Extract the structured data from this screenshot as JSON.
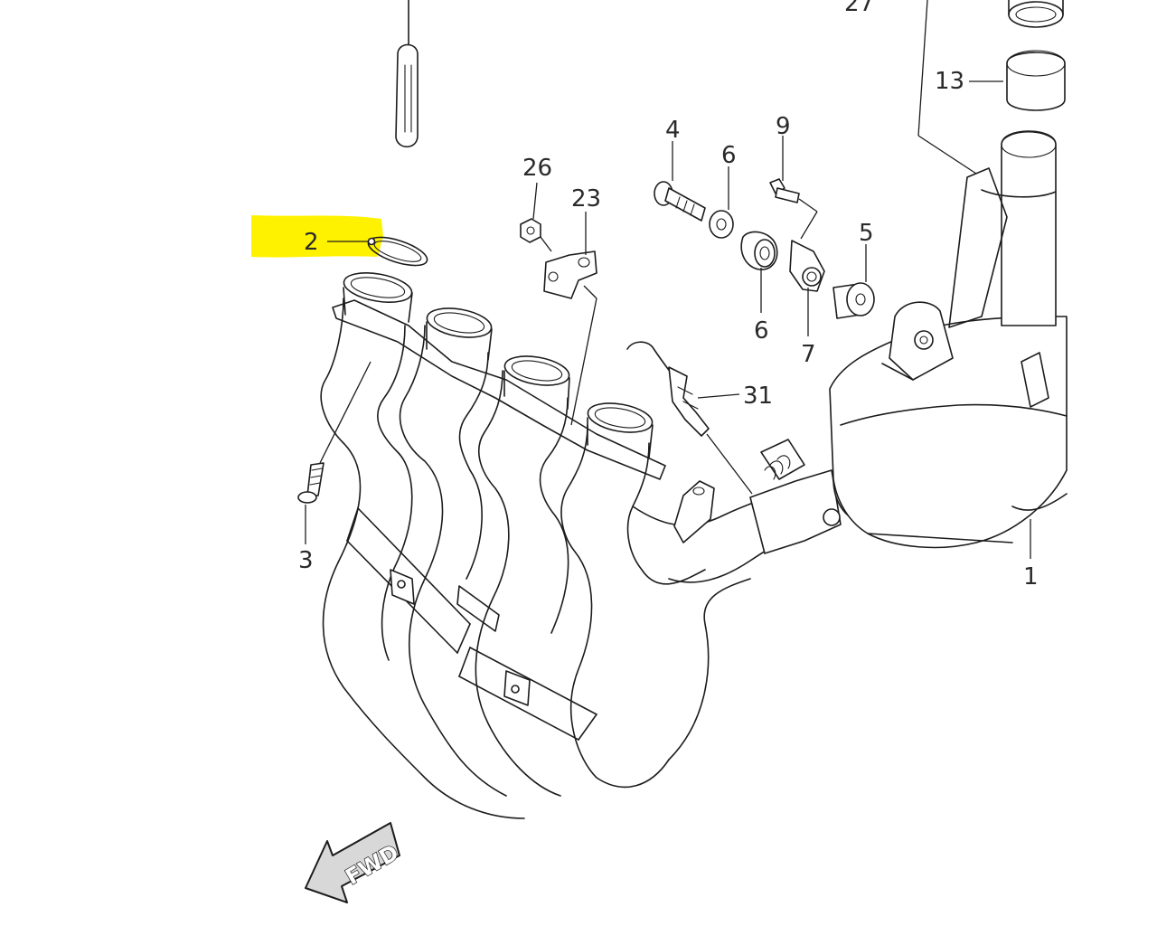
{
  "diagram": {
    "highlight_color": "#fff200",
    "line_color": "#1c1c1c",
    "highlighted_callout": "2",
    "callouts": {
      "c1": "1",
      "c2": "2",
      "c3": "3",
      "c4": "4",
      "c5": "5",
      "c6a": "6",
      "c6b": "6",
      "c7": "7",
      "c9": "9",
      "c13": "13",
      "c23": "23",
      "c26": "26",
      "c27": "27",
      "c31": "31"
    },
    "direction_arrow": {
      "label": "FWD",
      "icon": "forward-arrow-icon"
    }
  }
}
